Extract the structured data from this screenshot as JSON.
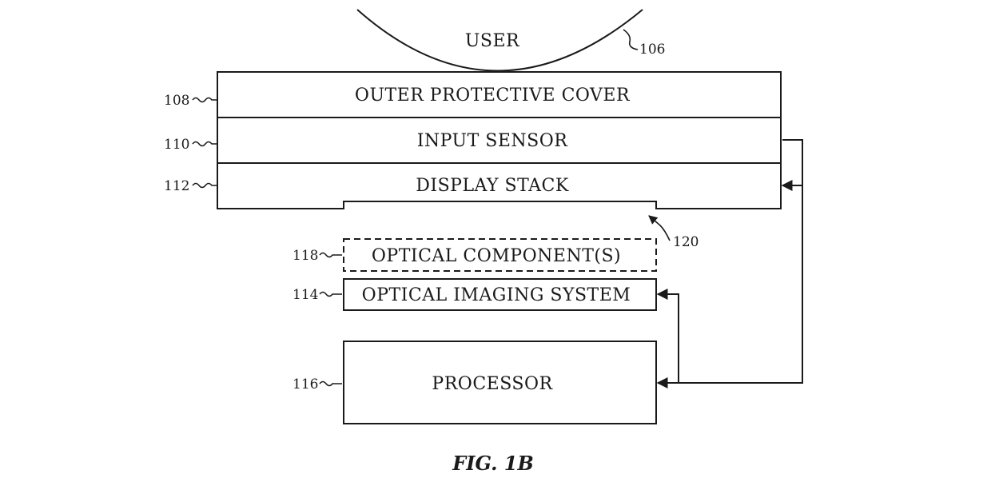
{
  "diagram": {
    "user_label": "USER",
    "refs": {
      "user": "106",
      "outer_cover": "108",
      "input_sensor": "110",
      "display_stack": "112",
      "optical_imaging": "114",
      "processor": "116",
      "optical_component": "118",
      "recess": "120"
    },
    "layers": {
      "outer_cover": "OUTER PROTECTIVE COVER",
      "input_sensor": "INPUT SENSOR",
      "display_stack": "DISPLAY STACK"
    },
    "optical_component": "OPTICAL COMPONENT(S)",
    "optical_imaging": "OPTICAL IMAGING SYSTEM",
    "processor": "PROCESSOR",
    "figure_caption": "FIG. 1B",
    "colors": {
      "line": "#1a1a1a",
      "background": "#ffffff"
    }
  }
}
